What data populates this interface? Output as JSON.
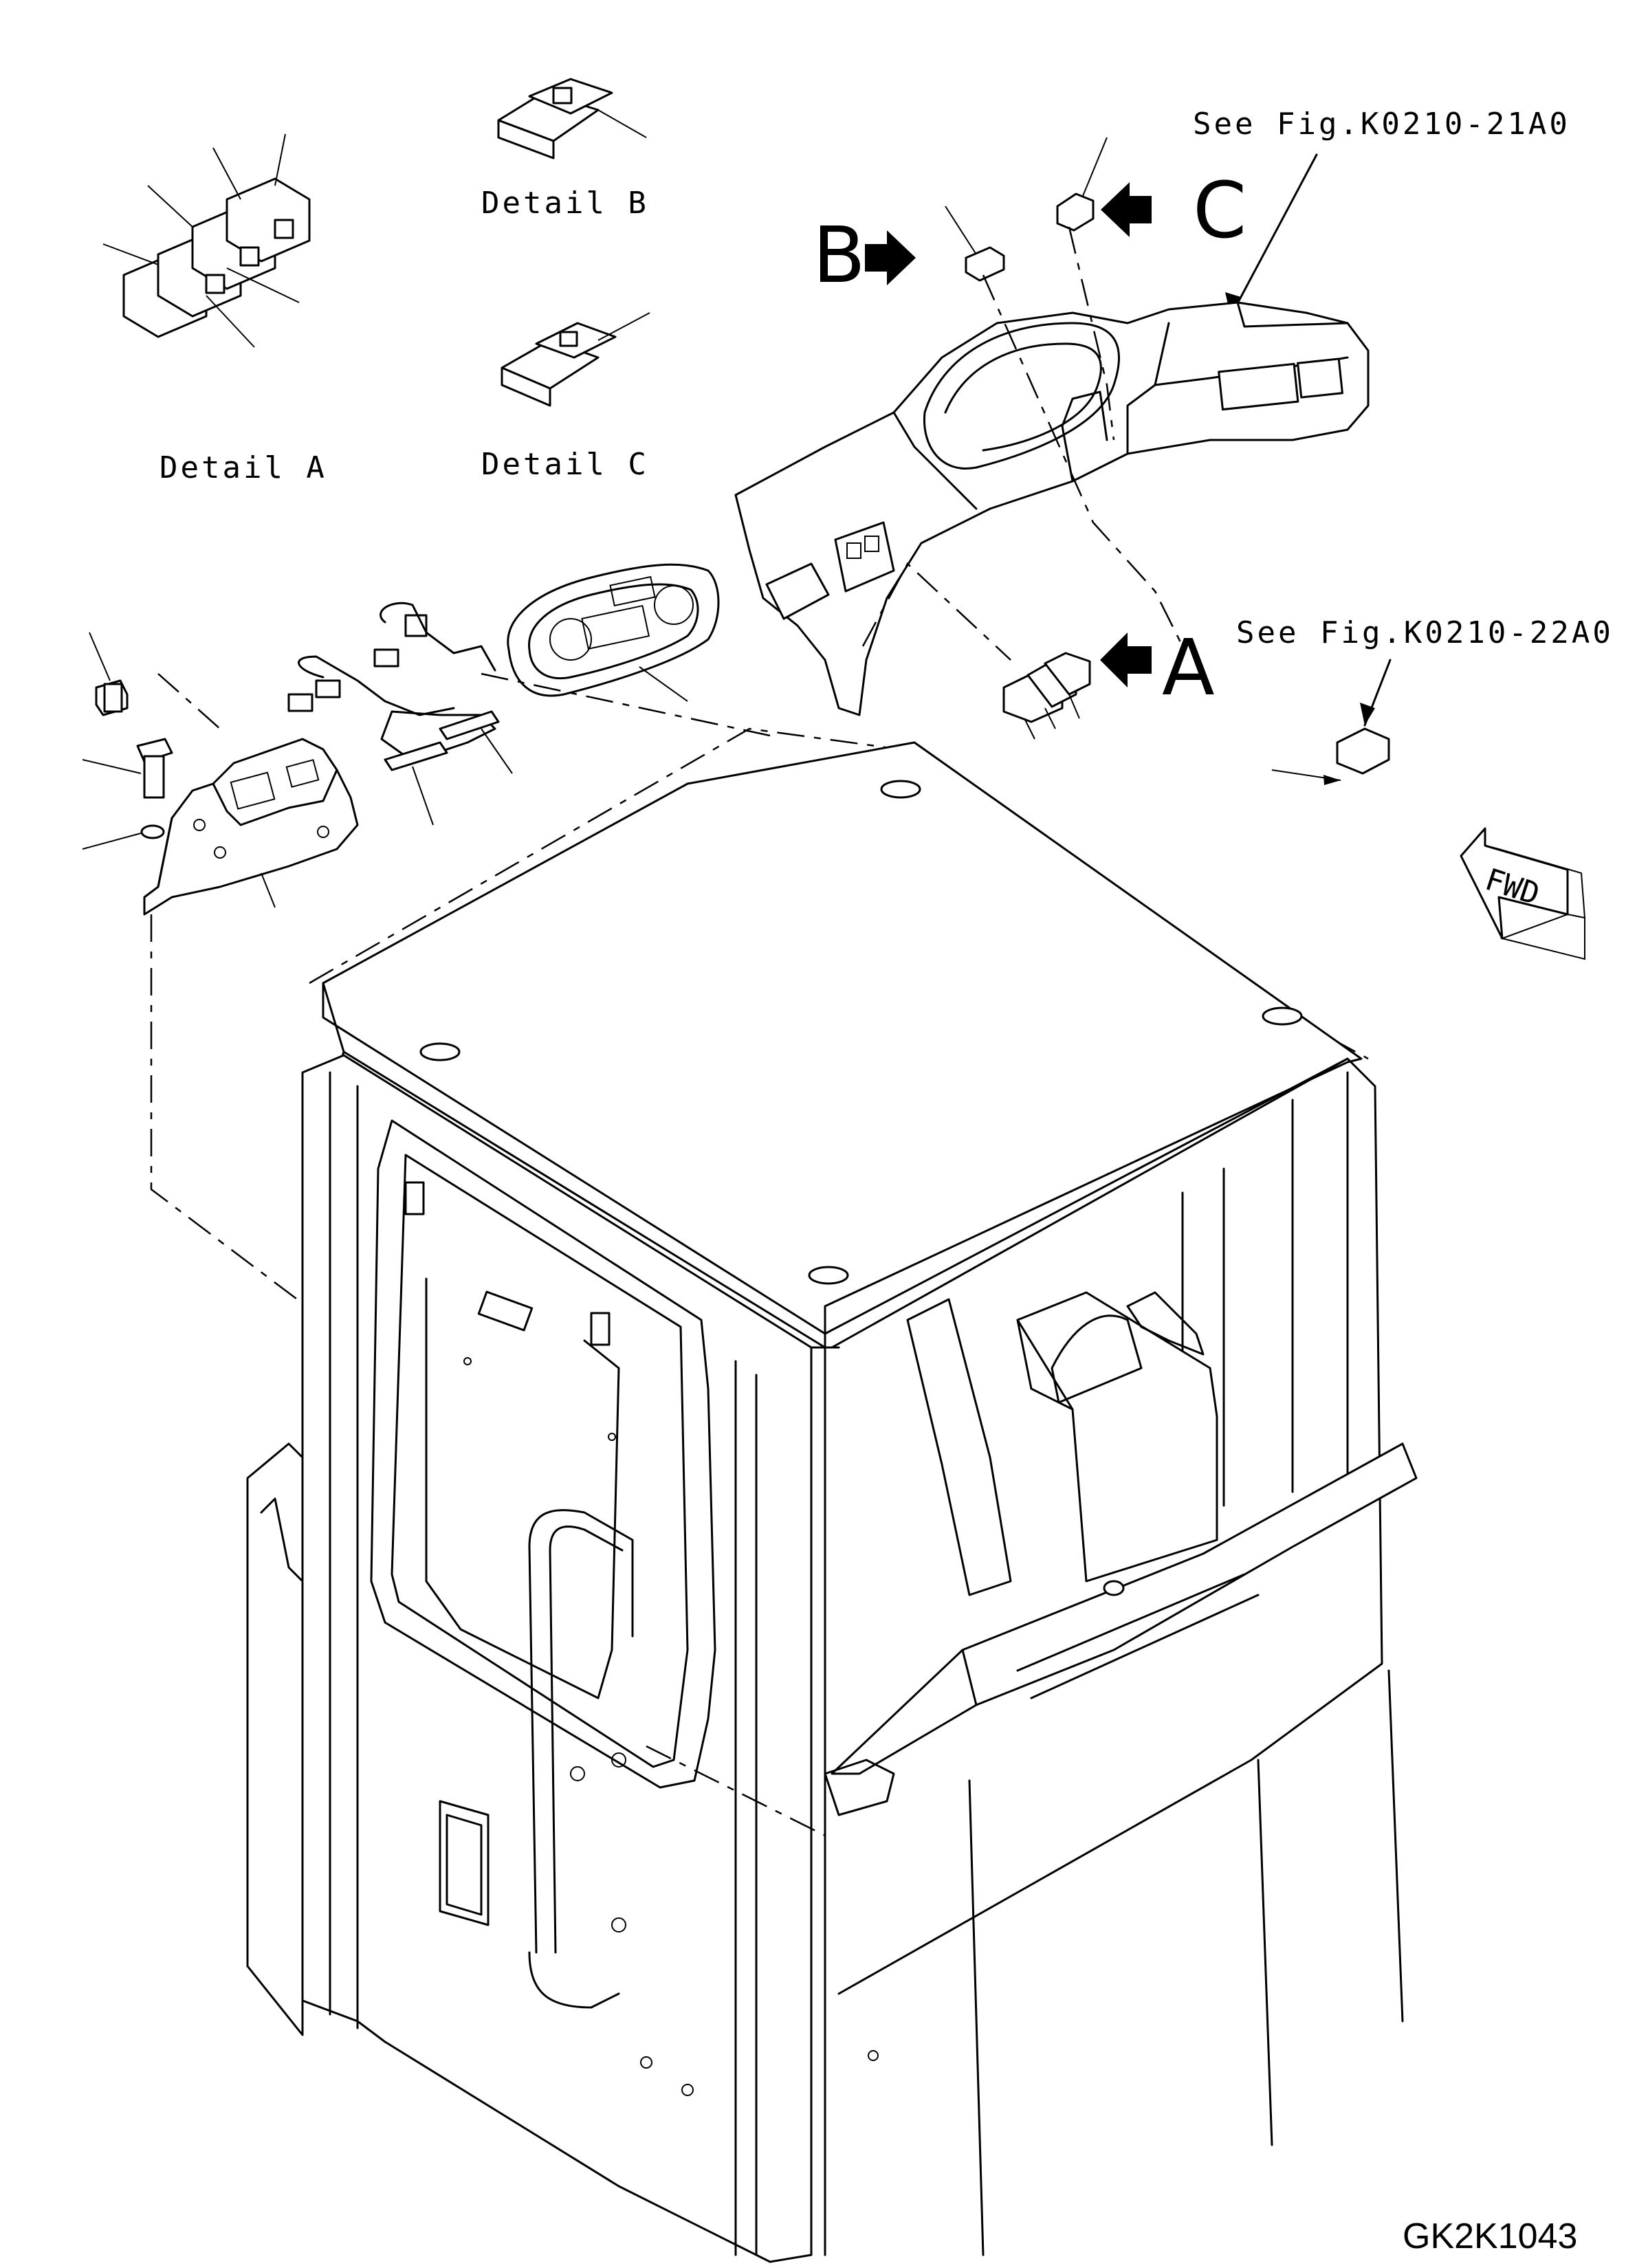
{
  "labels": {
    "detail_a": "Detail A",
    "detail_b": "Detail B",
    "detail_c": "Detail C",
    "see_fig_21": "See Fig.K0210-21A0",
    "see_fig_22": "See Fig.K0210-22A0",
    "callout_a": "A",
    "callout_b": "B",
    "callout_c": "C",
    "fwd": "FWD",
    "drawing_code": "GK2K1043"
  }
}
